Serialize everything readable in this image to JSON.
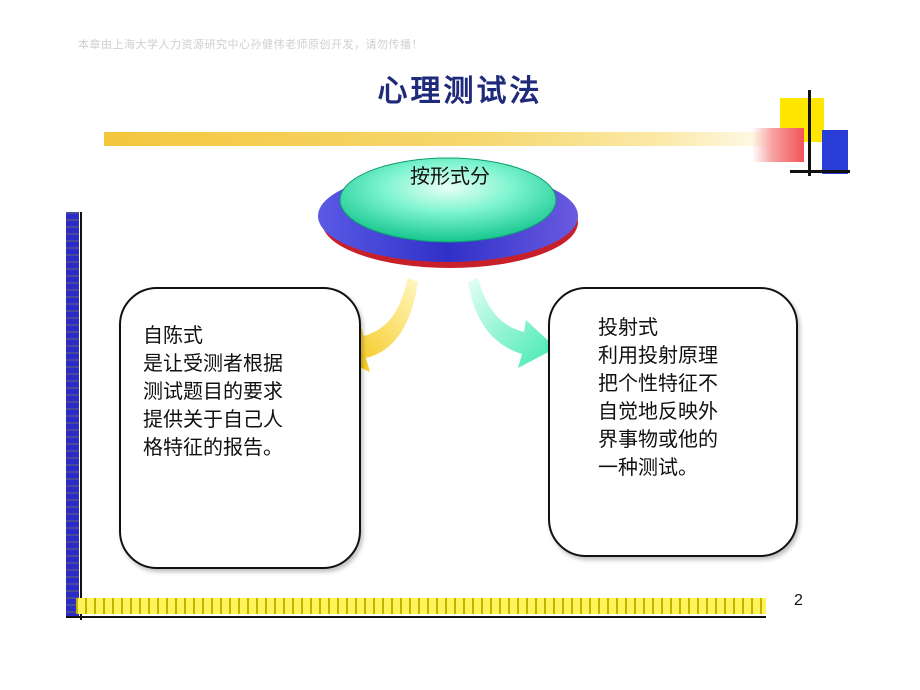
{
  "header": {
    "watermark": "本章由上海大学人力资源研究中心孙健伟老师原创开发，请勿传播！",
    "title": "心理测试法"
  },
  "center": {
    "label": "按形式分"
  },
  "left_box": {
    "heading": "自陈式",
    "body": "是让受测者根据\n测试题目的要求\n提供关于自己人\n格特征的报告。"
  },
  "right_box": {
    "heading": "投射式",
    "body": "利用投射原理\n把个性特征不\n自觉地反映外\n界事物或他的\n一种测试。"
  },
  "footer": {
    "page_number": "2"
  },
  "colors": {
    "title": "#1f2a7a",
    "disc_top": "#2ee0a8",
    "disc_rim_blue": "#3a3ad0",
    "disc_rim_red": "#c8202a",
    "arrow_left": "#f6c400",
    "arrow_right": "#5ff0c0",
    "ruler_vertical": "#2b2bc8",
    "ruler_horizontal": "#fff35a"
  }
}
